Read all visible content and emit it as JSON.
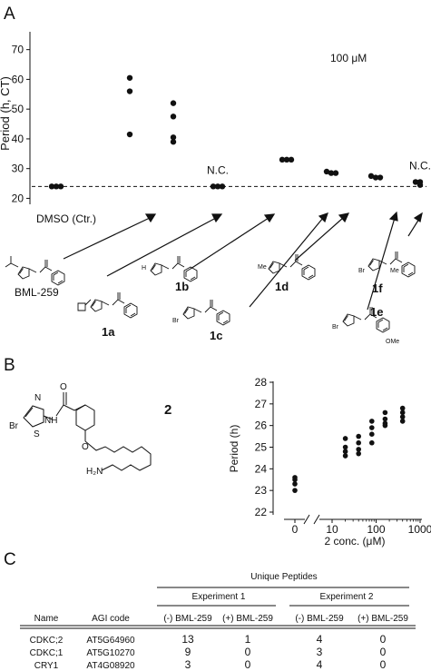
{
  "panels": {
    "a": "A",
    "b": "B",
    "c": "C"
  },
  "chart_data": [
    {
      "type": "scatter",
      "ylabel": "Period (h, CT)",
      "ylim": [
        18,
        76
      ],
      "yticks": [
        20,
        30,
        40,
        50,
        60,
        70
      ],
      "annotation": "100 μM",
      "reference_line": 24,
      "x_axis_text": "DMSO (Ctr.)",
      "groups": [
        {
          "values": [
            24,
            24,
            24
          ]
        },
        {
          "values": [
            60.5,
            56,
            41.5
          ]
        },
        {
          "values": [
            52,
            47.5,
            40.5,
            39
          ]
        },
        {
          "values": [
            24,
            24,
            24
          ],
          "label": "N.C."
        },
        {
          "values": [
            33,
            33,
            33
          ]
        },
        {
          "values": [
            29,
            28.5,
            28.5
          ]
        },
        {
          "values": [
            27.5,
            27,
            27
          ]
        },
        {
          "values": [
            25.5,
            25.5,
            24.5
          ],
          "label": "N.C."
        }
      ],
      "compounds": [
        {
          "label": "BML-259",
          "bold": false
        },
        {
          "label": "1a",
          "bold": true
        },
        {
          "label": "1b",
          "bold": true
        },
        {
          "label": "1c",
          "bold": true
        },
        {
          "label": "1d",
          "bold": true
        },
        {
          "label": "1e",
          "bold": true
        },
        {
          "label": "1f",
          "bold": true
        }
      ],
      "substituents": {
        "h": "H",
        "me": "Me",
        "br": "Br",
        "ome": "OMe"
      }
    },
    {
      "type": "scatter",
      "ylabel": "Period (h)",
      "xlabel": "2 conc. (μM)",
      "ylim": [
        22,
        28
      ],
      "yticks": [
        22,
        23,
        24,
        25,
        26,
        27,
        28
      ],
      "x_scale": "log with axis break",
      "xticks": [
        0,
        10,
        100,
        1000
      ],
      "xtick_labels": [
        "0",
        "10",
        "100",
        "1000"
      ],
      "points": [
        {
          "x": 0,
          "y": 23.6
        },
        {
          "x": 0,
          "y": 23.5
        },
        {
          "x": 0,
          "y": 23.3
        },
        {
          "x": 0,
          "y": 23.0
        },
        {
          "x": 20,
          "y": 25.4
        },
        {
          "x": 20,
          "y": 25.0
        },
        {
          "x": 20,
          "y": 24.8
        },
        {
          "x": 20,
          "y": 24.6
        },
        {
          "x": 40,
          "y": 25.5
        },
        {
          "x": 40,
          "y": 25.2
        },
        {
          "x": 40,
          "y": 24.9
        },
        {
          "x": 40,
          "y": 24.7
        },
        {
          "x": 80,
          "y": 26.2
        },
        {
          "x": 80,
          "y": 25.9
        },
        {
          "x": 80,
          "y": 25.6
        },
        {
          "x": 80,
          "y": 25.2
        },
        {
          "x": 160,
          "y": 26.6
        },
        {
          "x": 160,
          "y": 26.3
        },
        {
          "x": 160,
          "y": 26.1
        },
        {
          "x": 160,
          "y": 26.0
        },
        {
          "x": 400,
          "y": 26.8
        },
        {
          "x": 400,
          "y": 26.6
        },
        {
          "x": 400,
          "y": 26.4
        },
        {
          "x": 400,
          "y": 26.2
        }
      ],
      "compound": {
        "label": "2",
        "substituent": "Br",
        "amine": "H₂N"
      }
    },
    {
      "type": "table",
      "title": "Unique Peptides",
      "groups": [
        "Experiment 1",
        "Experiment 2"
      ],
      "columns": [
        "Name",
        "AGI code",
        "(-) BML-259",
        "(+) BML-259",
        "(-) BML-259",
        "(+) BML-259"
      ],
      "rows": [
        [
          "CDKC;2",
          "AT5G64960",
          "13",
          "1",
          "4",
          "0"
        ],
        [
          "CDKC;1",
          "AT5G10270",
          "9",
          "0",
          "3",
          "0"
        ],
        [
          "CRY1",
          "AT4G08920",
          "3",
          "0",
          "4",
          "0"
        ]
      ]
    }
  ]
}
